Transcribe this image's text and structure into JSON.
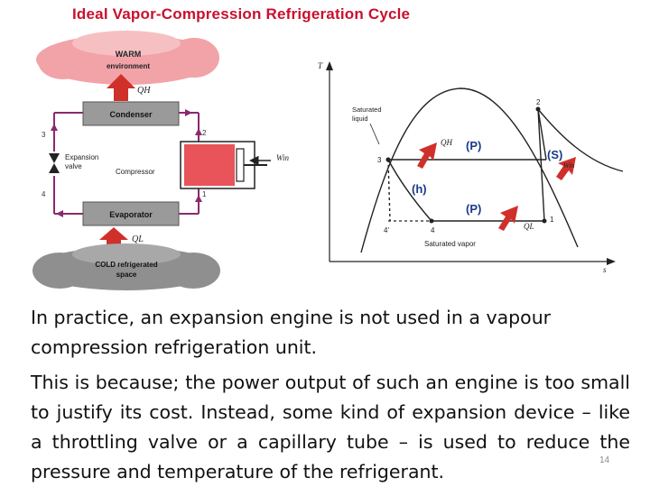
{
  "title": "Ideal Vapor-Compression Refrigeration Cycle",
  "diagram": {
    "warm_label": "WARM",
    "warm_sublabel": "environment",
    "cold_label": "COLD refrigerated",
    "cold_sublabel": "space",
    "condenser": "Condenser",
    "evaporator": "Evaporator",
    "compressor": "Compressor",
    "expansion_valve_line1": "Expansion",
    "expansion_valve_line2": "valve",
    "q_h": "QH",
    "q_l": "QL",
    "w_in": "Win",
    "state_1": "1",
    "state_2": "2",
    "state_3": "3",
    "state_4": "4"
  },
  "ts_diagram": {
    "y_axis": "T",
    "x_axis": "s",
    "saturated_liquid_line1": "Saturated",
    "saturated_liquid_line2": "liquid",
    "saturated_vapor": "Saturated vapor",
    "q_h": "QH",
    "q_l": "QL",
    "w_in": "Win",
    "process_p_top": "(P)",
    "process_s": "(S)",
    "process_h": "(h)",
    "process_p_bottom": "(P)",
    "state_1": "1",
    "state_2": "2",
    "state_3": "3",
    "state_4": "4",
    "state_4_prime": "4'"
  },
  "text": {
    "para1": "In practice, an expansion engine is not used in a vapour compression refrigeration unit.",
    "para2": "This is because; the power output of such an engine is too small to justify its cost. Instead, some kind of expansion device – like a throttling valve or a capillary tube – is used to reduce the pressure and temperature of the refrigerant."
  },
  "slide_number": "14",
  "colors": {
    "title": "#c8102e",
    "warm_cloud": "#f2a3a8",
    "cold_cloud": "#8f8f8f",
    "arrow_red": "#d0302a",
    "pipe_purple": "#8a2a6e",
    "component_grey": "#9a9a9a",
    "process_blue": "#1a3a8a",
    "compressor_fill": "#e8545a"
  }
}
